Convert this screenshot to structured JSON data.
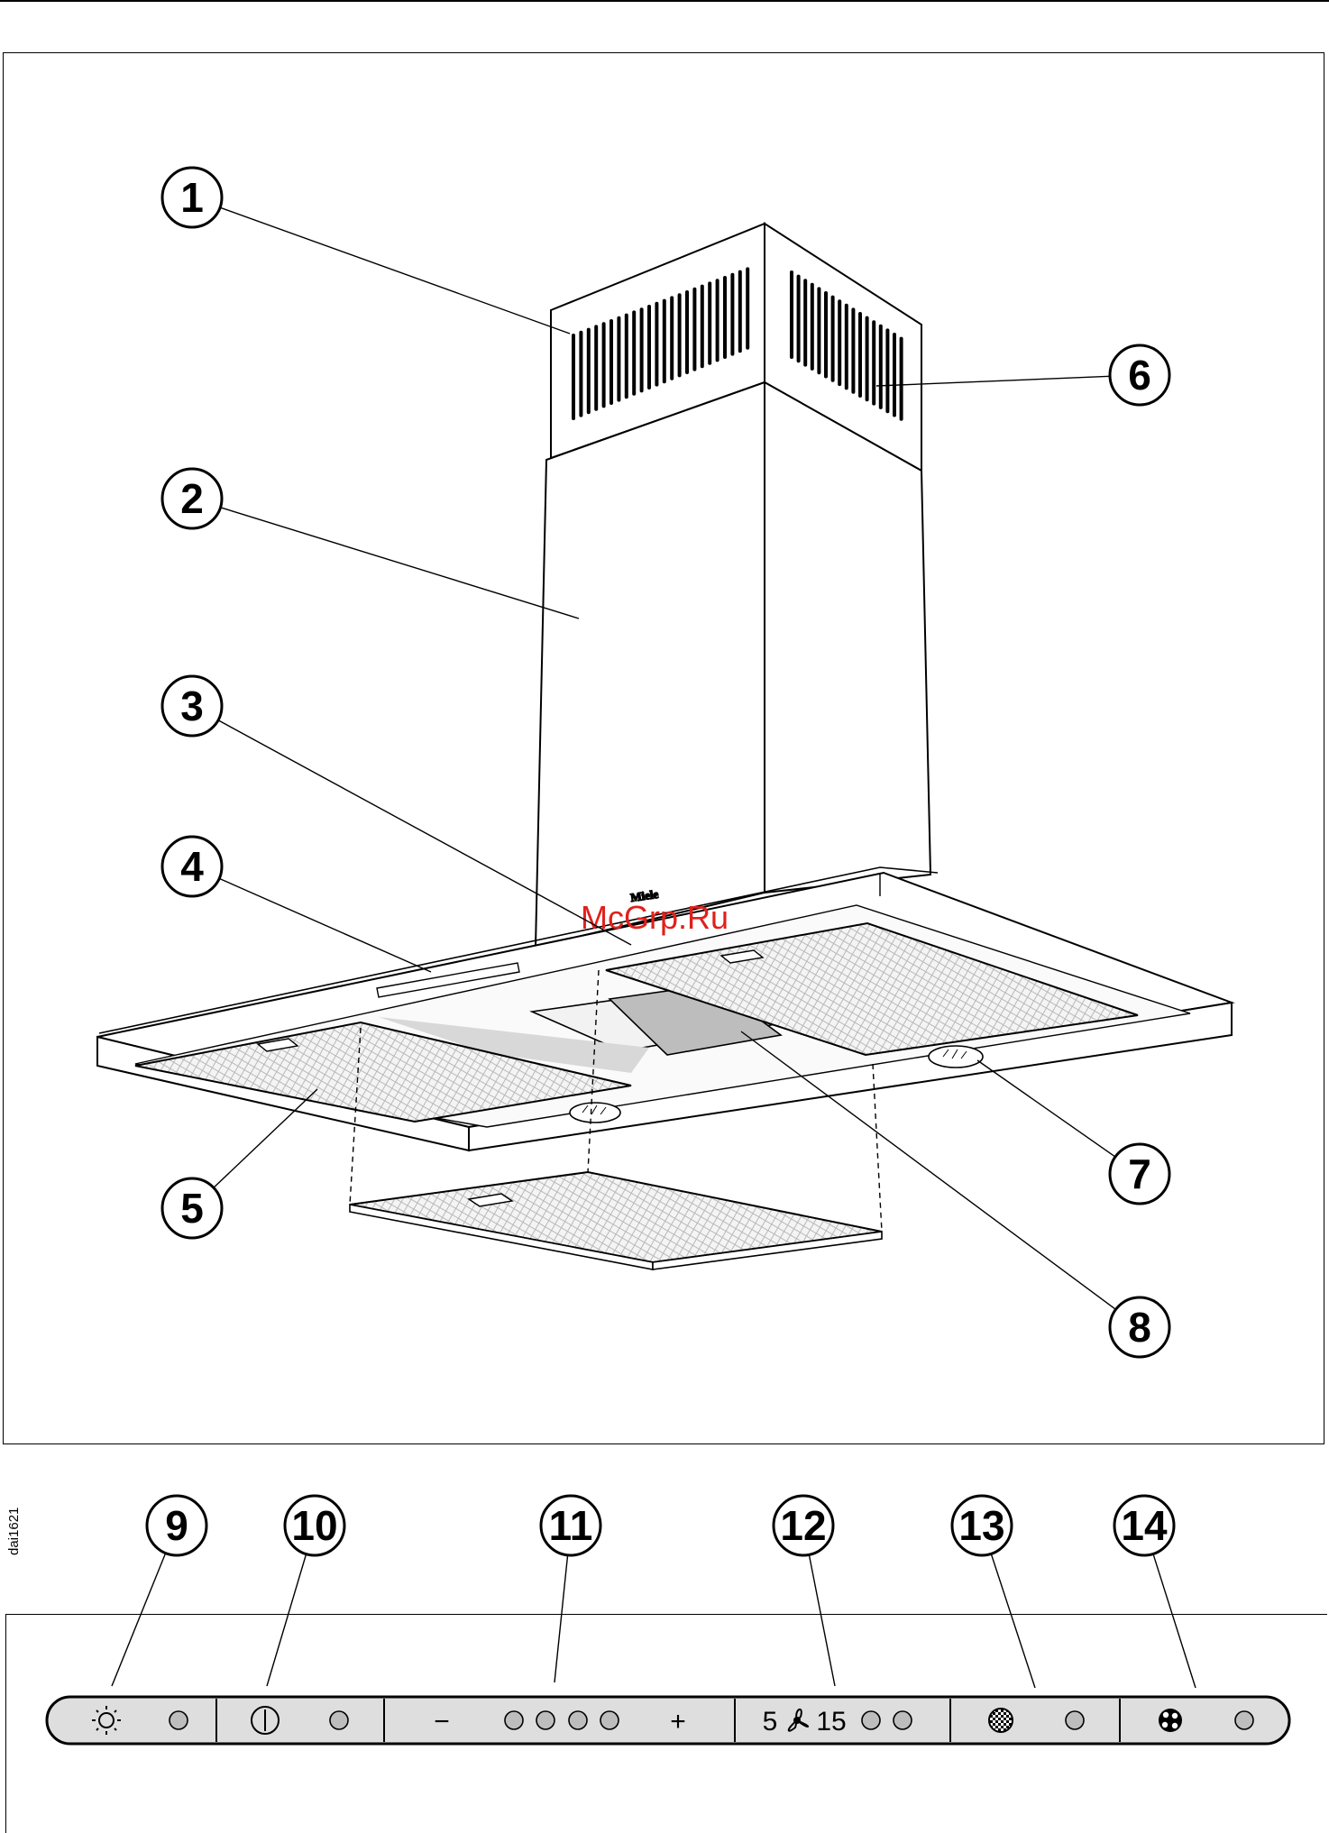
{
  "figure": {
    "code": "dai1621",
    "watermark": "McGrp.Ru",
    "brand": "Miele",
    "callouts": [
      "1",
      "2",
      "3",
      "4",
      "5",
      "6",
      "7",
      "8",
      "9",
      "10",
      "11",
      "12",
      "13",
      "14"
    ]
  },
  "control_panel": {
    "timer_label_left": "5",
    "timer_label_right": "15",
    "minus_symbol": "−",
    "plus_symbol": "+",
    "buttons": [
      {
        "name": "lighting-button",
        "icon": "sun-icon"
      },
      {
        "name": "power-button",
        "icon": "power-icon"
      },
      {
        "name": "fan-speed-button-group",
        "icon": "minus-plus"
      },
      {
        "name": "run-on-timer-button",
        "icon": "fan-icon"
      },
      {
        "name": "grease-filter-button",
        "icon": "grease-filter-icon"
      },
      {
        "name": "odour-filter-button",
        "icon": "odour-filter-icon"
      }
    ]
  }
}
